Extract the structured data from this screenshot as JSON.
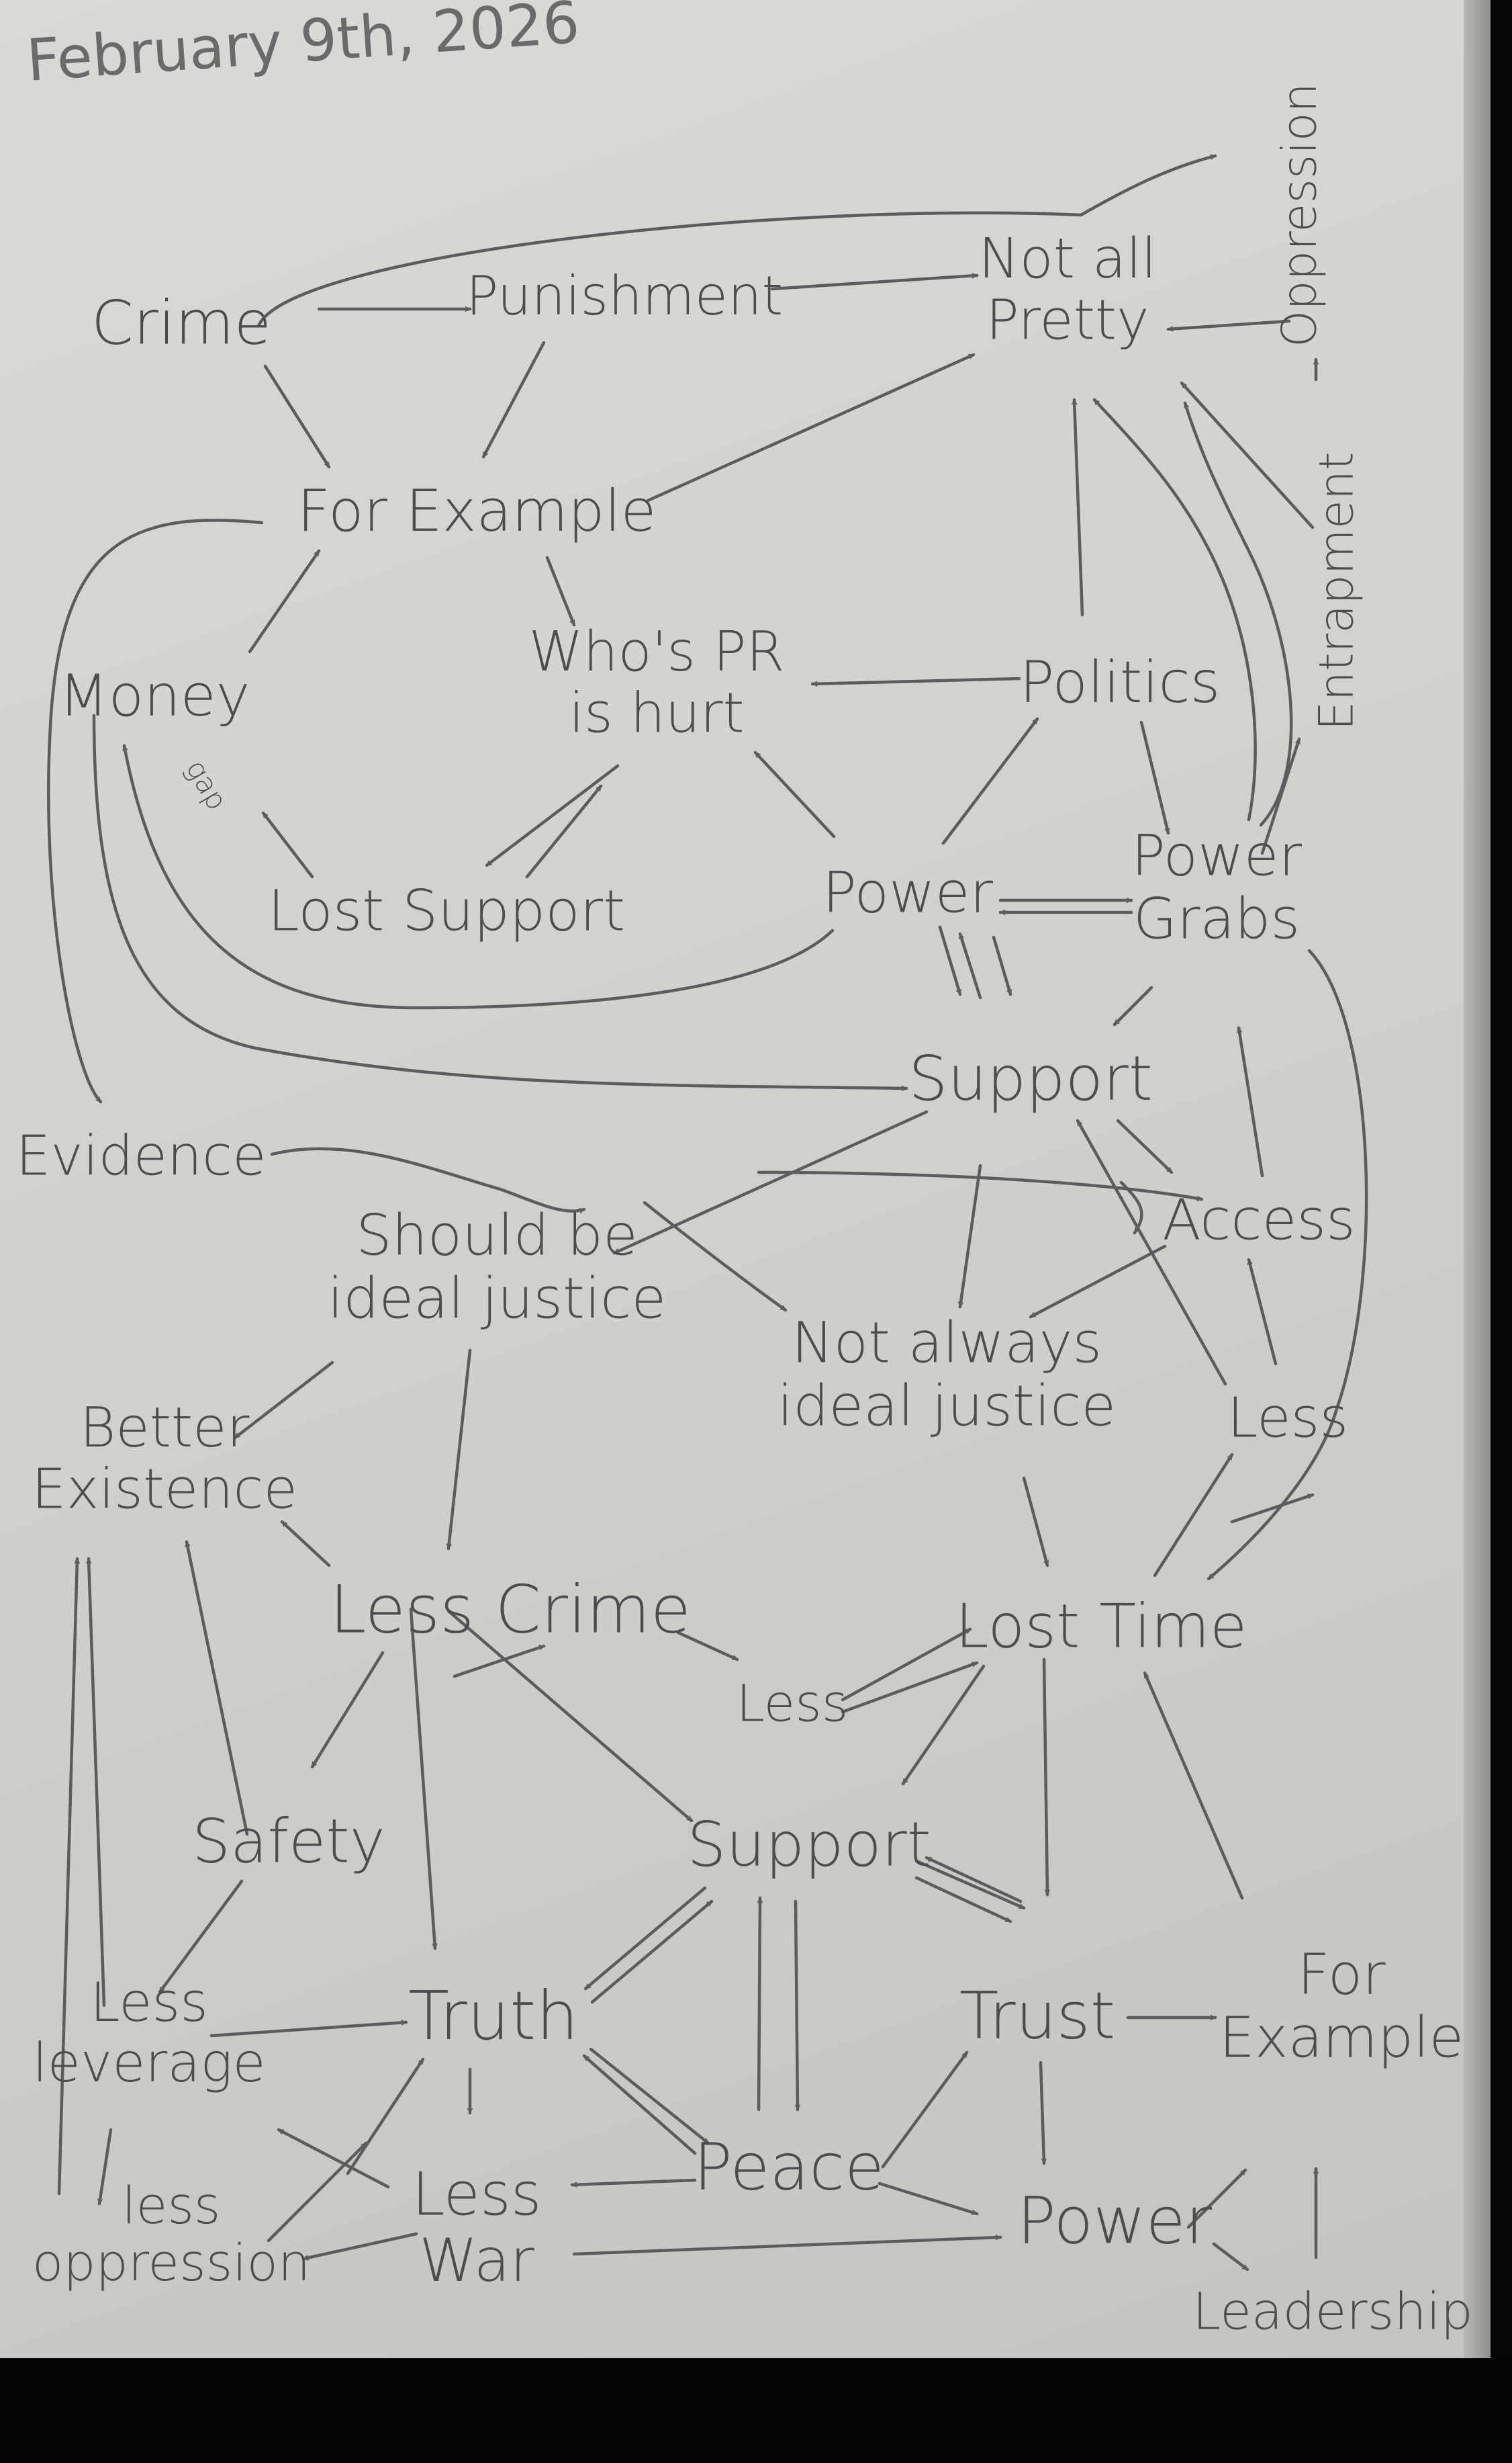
{
  "date": "February 9th, 2026",
  "nodes": [
    {
      "id": "crime",
      "lines": [
        "Crime"
      ]
    },
    {
      "id": "punishment",
      "lines": [
        "Punishment"
      ]
    },
    {
      "id": "not_all_pretty",
      "lines": [
        "Not all",
        "Pretty"
      ]
    },
    {
      "id": "oppression",
      "lines": [
        "Oppression"
      ]
    },
    {
      "id": "for_example_top",
      "lines": [
        "For Example"
      ]
    },
    {
      "id": "money",
      "lines": [
        "Money"
      ]
    },
    {
      "id": "gap",
      "lines": [
        "gap"
      ]
    },
    {
      "id": "whos_pr",
      "lines": [
        "Who's PR",
        "is hurt"
      ]
    },
    {
      "id": "politics",
      "lines": [
        "Politics"
      ]
    },
    {
      "id": "entrapment",
      "lines": [
        "Entrapment"
      ]
    },
    {
      "id": "lost_support",
      "lines": [
        "Lost Support"
      ]
    },
    {
      "id": "power_top",
      "lines": [
        "Power"
      ]
    },
    {
      "id": "power_grabs",
      "lines": [
        "Power",
        "Grabs"
      ]
    },
    {
      "id": "support_top",
      "lines": [
        "Support"
      ]
    },
    {
      "id": "evidence",
      "lines": [
        "Evidence"
      ]
    },
    {
      "id": "access",
      "lines": [
        "Access"
      ]
    },
    {
      "id": "should_be",
      "lines": [
        "Should be",
        "ideal justice"
      ]
    },
    {
      "id": "not_always",
      "lines": [
        "Not always",
        "ideal justice"
      ]
    },
    {
      "id": "less_right",
      "lines": [
        "Less"
      ]
    },
    {
      "id": "better_existence",
      "lines": [
        "Better",
        "Existence"
      ]
    },
    {
      "id": "less_crime",
      "lines": [
        "Less Crime"
      ]
    },
    {
      "id": "lost_time",
      "lines": [
        "Lost Time"
      ]
    },
    {
      "id": "less_mid",
      "lines": [
        "Less"
      ]
    },
    {
      "id": "safety",
      "lines": [
        "Safety"
      ]
    },
    {
      "id": "support_bottom",
      "lines": [
        "Support"
      ]
    },
    {
      "id": "less_leverage",
      "lines": [
        "Less",
        "leverage"
      ]
    },
    {
      "id": "truth",
      "lines": [
        "Truth"
      ]
    },
    {
      "id": "trust",
      "lines": [
        "Trust"
      ]
    },
    {
      "id": "for_example_bottom",
      "lines": [
        "For",
        "Example"
      ]
    },
    {
      "id": "less_oppression",
      "lines": [
        "less",
        "oppression"
      ]
    },
    {
      "id": "less_war",
      "lines": [
        "Less",
        "War"
      ]
    },
    {
      "id": "peace",
      "lines": [
        "Peace"
      ]
    },
    {
      "id": "power_bottom",
      "lines": [
        "Power"
      ]
    },
    {
      "id": "leadership",
      "lines": [
        "Leadership"
      ]
    }
  ]
}
